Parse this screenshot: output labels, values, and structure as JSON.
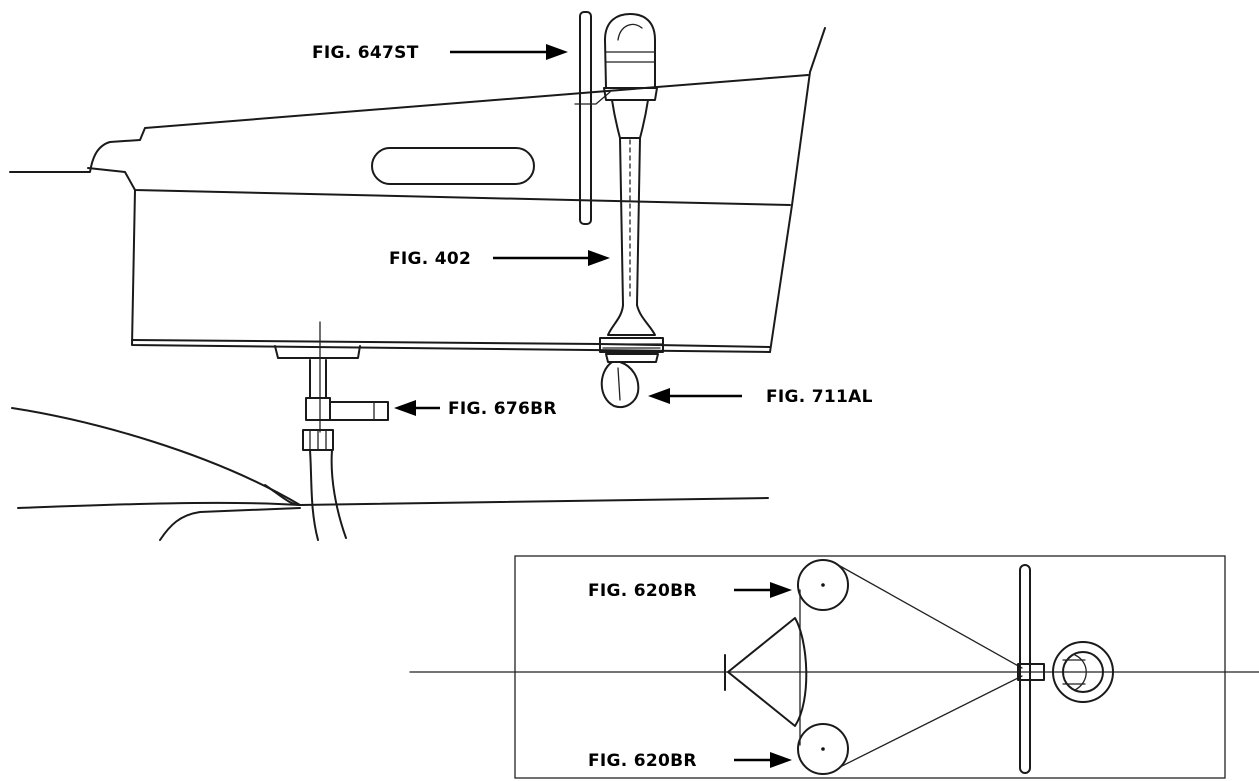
{
  "labels": {
    "fig_647st": "FIG. 647ST",
    "fig_402": "FIG. 402",
    "fig_711al": "FIG. 711AL",
    "fig_676br": "FIG. 676BR",
    "fig_620br_top": "FIG. 620BR",
    "fig_620br_bottom": "FIG. 620BR"
  }
}
